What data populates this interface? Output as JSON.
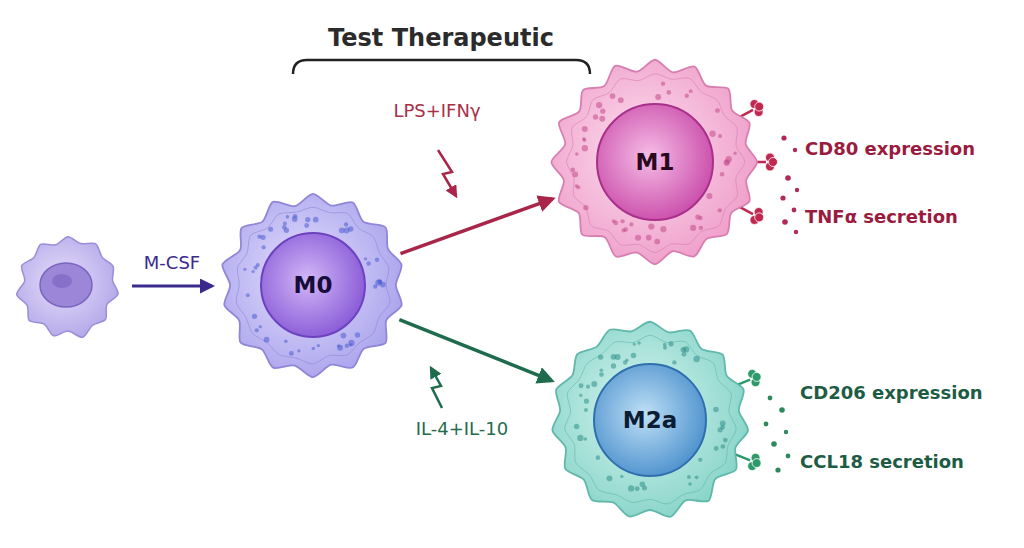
{
  "diagram": {
    "title": "Test Therapeutic",
    "nodes": [
      {
        "text": [
          "M0"
        ]
      },
      {
        "text": [
          "M1"
        ]
      },
      {
        "text": [
          "M2a"
        ]
      }
    ],
    "edges": [
      {
        "from": 0,
        "to": 1,
        "arrow": "to",
        "label": "LPS+IFNγ"
      },
      {
        "from": 0,
        "to": 2,
        "arrow": "to",
        "label": "IL-4+IL-10"
      }
    ],
    "labels": [
      "M-CSF",
      "CD80 expression",
      "TNFα secretion",
      "CD206 expression",
      "CCL18 secretion"
    ]
  }
}
